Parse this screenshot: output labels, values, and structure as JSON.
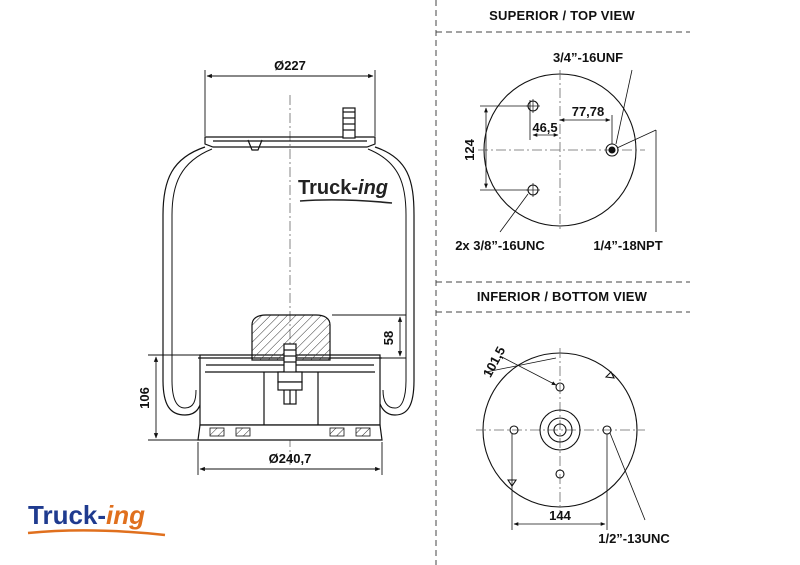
{
  "headers": {
    "top_view": "SUPERIOR / TOP VIEW",
    "bottom_view": "INFERIOR / BOTTOM VIEW"
  },
  "side_view": {
    "top_diameter": "Ø227",
    "bottom_diameter": "Ø240,7",
    "height": "106",
    "piston_height": "58",
    "watermark_main": "Truck-",
    "watermark_ing": "ing"
  },
  "top_view": {
    "thread_top": "3/4”-16UNF",
    "dim_offset_large": "77,78",
    "dim_offset_small": "46,5",
    "dim_vertical": "124",
    "holes_label": "2x 3/8”-16UNC",
    "port_label": "1/4”-18NPT"
  },
  "bottom_view": {
    "angle_dim": "101,5",
    "width_dim": "144",
    "bolt_label": "1/2”-13UNC"
  },
  "logo": {
    "main": "Truck-",
    "ing": "ing",
    "main_color": "#1f3b8f",
    "accent_color": "#e0701e"
  }
}
